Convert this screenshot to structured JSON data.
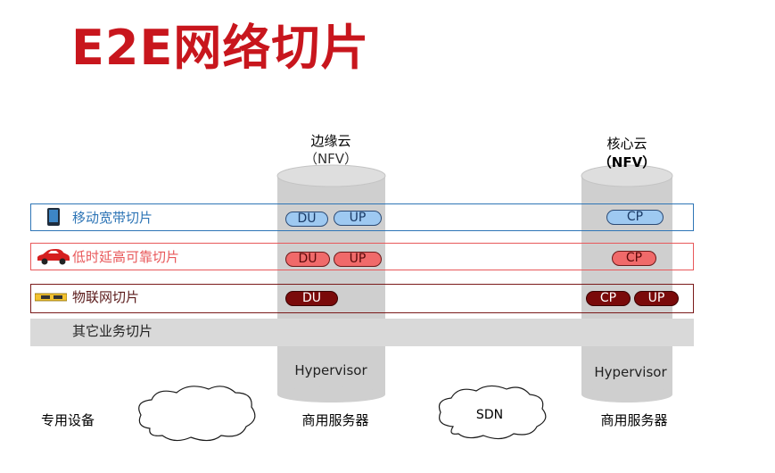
{
  "title": "E2E网络切片",
  "edge_cloud": {
    "name": "边缘云",
    "sub": "（NFV）",
    "hypervisor": "Hypervisor",
    "server": "商用服务器"
  },
  "core_cloud": {
    "name": "核心云",
    "sub": "（NFV）",
    "hypervisor": "Hypervisor",
    "server": "商用服务器"
  },
  "dedicated_equipment": "专用设备",
  "sdn": "SDN",
  "slices": {
    "mbb": {
      "label": "移动宽带切片",
      "icon": "phone-icon",
      "color": "#2e75b6",
      "edge": [
        "DU",
        "UP"
      ],
      "core": [
        "CP"
      ]
    },
    "llc": {
      "label": "低时延高可靠切片",
      "icon": "car-icon",
      "color": "#e8585a",
      "edge": [
        "DU",
        "UP"
      ],
      "core": [
        "CP"
      ]
    },
    "iot": {
      "label": "物联网切片",
      "icon": "iot-device-icon",
      "color": "#7a1a1a",
      "edge": [
        "DU"
      ],
      "core": [
        "CP",
        "UP"
      ]
    },
    "other": {
      "label": "其它业务切片",
      "color": "#d9d9d9"
    }
  }
}
